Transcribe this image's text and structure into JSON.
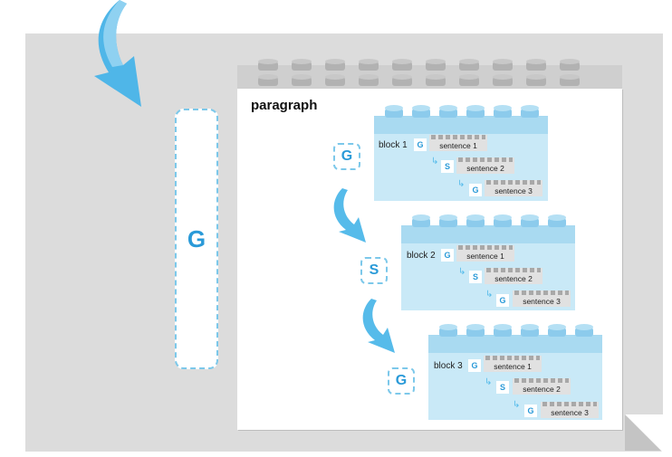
{
  "paragraph_label": "paragraph",
  "outer_slot_letter": "G",
  "blocks": [
    {
      "label": "block 1",
      "side_letter": "G",
      "first_letter": "G",
      "inner_letters": [
        "S",
        "G"
      ],
      "sentences": [
        "sentence 1",
        "sentence 2",
        "sentence 3"
      ]
    },
    {
      "label": "block 2",
      "side_letter": "S",
      "first_letter": "G",
      "inner_letters": [
        "S",
        "G"
      ],
      "sentences": [
        "sentence 1",
        "sentence 2",
        "sentence 3"
      ]
    },
    {
      "label": "block 3",
      "side_letter": "G",
      "first_letter": "G",
      "inner_letters": [
        "S",
        "G"
      ],
      "sentences": [
        "sentence 1",
        "sentence 2",
        "sentence 3"
      ]
    }
  ],
  "colors": {
    "accent_blue": "#2a9ad8",
    "block_fill": "#c9e9f7",
    "panel_grey": "#dcdcdc",
    "arrow_blue": "#56bbea"
  }
}
